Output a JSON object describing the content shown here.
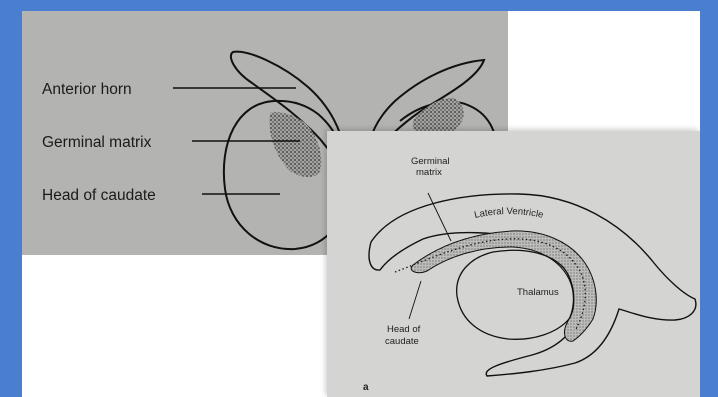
{
  "panel_top": {
    "labels": {
      "anterior_horn": "Anterior horn",
      "germinal_matrix": "Germinal matrix",
      "head_of_caudate": "Head of caudate"
    }
  },
  "panel_side": {
    "tag": "a",
    "labels": {
      "germinal_line1": "Germinal",
      "germinal_line2": "matrix",
      "lateral_ventricle": "Lateral Ventricle",
      "thalamus": "Thalamus",
      "head_line1": "Head of",
      "head_line2": "caudate"
    }
  },
  "colors": {
    "frame_border": "#4a7fd0",
    "panel_top_bg": "#b3b3b1",
    "panel_side_bg": "#d4d4d2",
    "ink": "#1b1b1b"
  }
}
